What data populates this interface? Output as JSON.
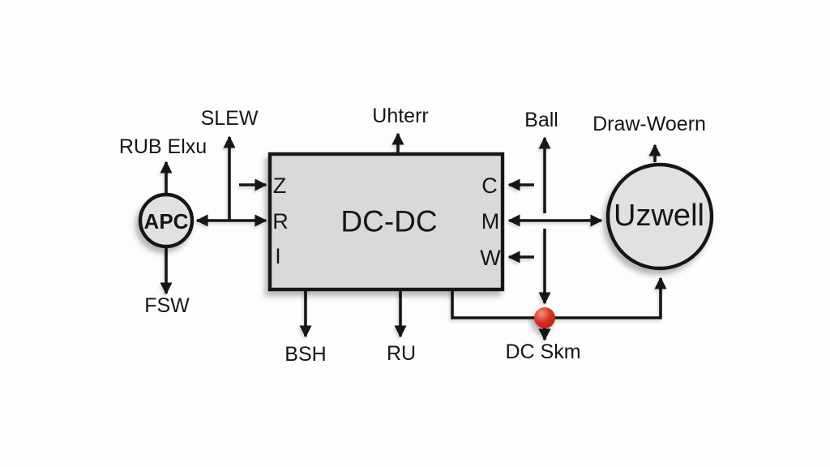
{
  "diagram": {
    "apc_node": {
      "label": "APC"
    },
    "converter_node": {
      "label": "DC-DC"
    },
    "uzwell_node": {
      "label": "Uzwell"
    },
    "pins": {
      "left": [
        "Z",
        "R",
        "I"
      ],
      "right": [
        "C",
        "M",
        "W"
      ]
    },
    "labels": {
      "rub_elxu": "RUB Elxu",
      "slew": "SLEW",
      "uhterr": "Uhterr",
      "ball": "Ball",
      "draw_woern": "Draw-Woern",
      "fsw": "FSW",
      "bsh": "BSH",
      "ru": "RU",
      "dc_skm": "DC Skm"
    },
    "colors": {
      "background": "#fdfdfd",
      "line": "#141414",
      "box_fill": "#d7dad7",
      "node_fill": "#dfe2df",
      "junction_dot": "#da2f20"
    }
  }
}
